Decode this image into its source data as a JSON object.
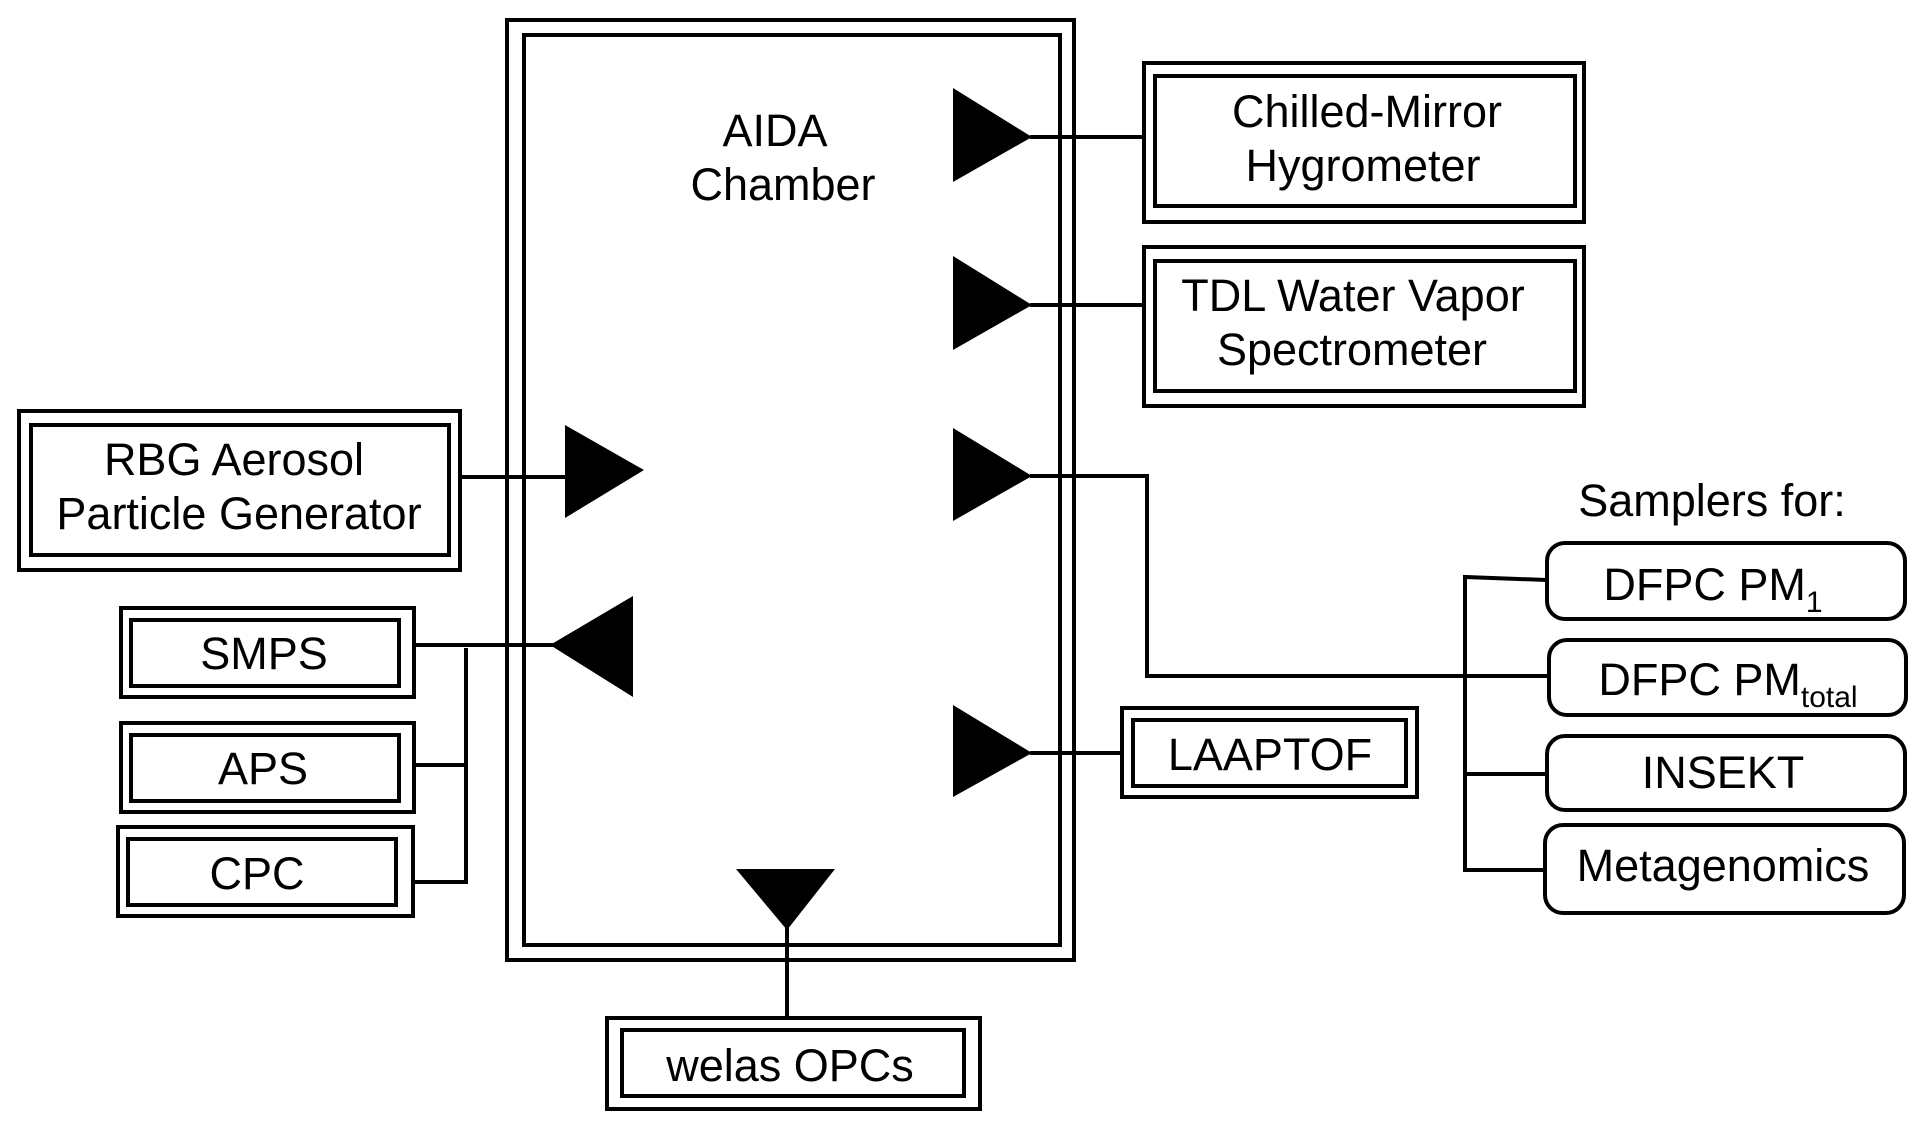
{
  "chamber": {
    "line1": "AIDA",
    "line2": "Chamber"
  },
  "instruments": {
    "chilled_mirror": {
      "line1": "Chilled-Mirror",
      "line2": "Hygrometer"
    },
    "tdl": {
      "line1": "TDL Water Vapor",
      "line2": "Spectrometer"
    },
    "rbg": {
      "line1": "RBG Aerosol",
      "line2": "Particle Generator"
    },
    "smps": "SMPS",
    "aps": "APS",
    "cpc": "CPC",
    "laaptof": "LAAPTOF",
    "welas": "welas OPCs"
  },
  "samplers": {
    "heading": "Samplers for:",
    "items": [
      {
        "main": "DFPC PM",
        "sub": "1"
      },
      {
        "main": "DFPC PM",
        "sub": "total"
      },
      {
        "main": "INSEKT",
        "sub": ""
      },
      {
        "main": "Metagenomics",
        "sub": ""
      }
    ]
  }
}
